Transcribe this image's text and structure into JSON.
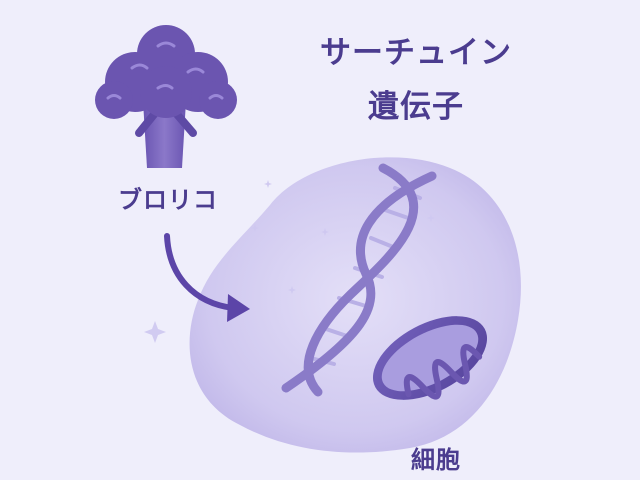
{
  "title": {
    "line1": "サーチュイン",
    "line2": "遺伝子"
  },
  "broccoli_label": "ブロリコ",
  "cell_label": "細胞",
  "colors": {
    "background": "#efeefb",
    "accent": "#4b3c8f",
    "broccoli": "#6b55b0",
    "cell_fill": "#c9c2ec",
    "dna": "#8a7bc8",
    "mitochondria": "#5d48a3"
  },
  "icons": {
    "broccoli": "broccoli-icon",
    "arrow": "curved-arrow-icon",
    "dna": "dna-helix-icon",
    "mitochondria": "mitochondria-icon",
    "sparkle": "sparkle-icon"
  }
}
